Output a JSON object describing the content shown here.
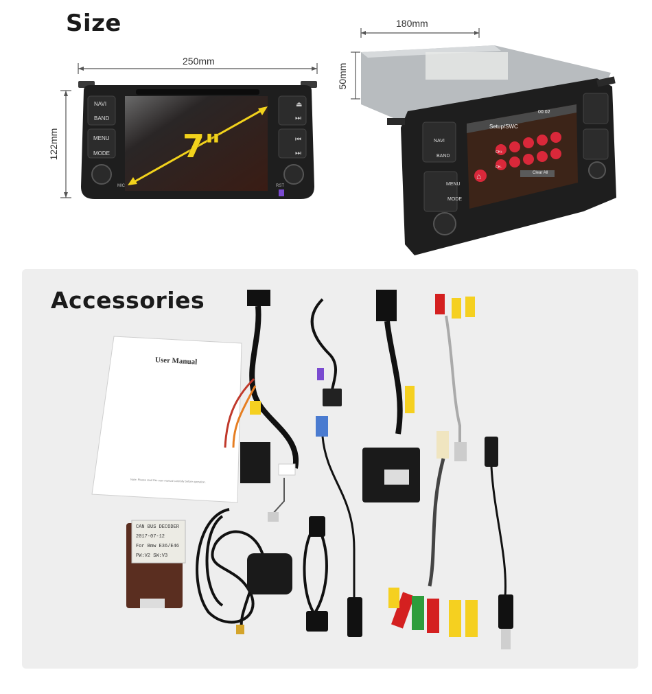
{
  "size_section": {
    "heading": "Size",
    "front_width_label": "250mm",
    "front_height_label": "122mm",
    "screen_size_label": "7\"",
    "side_width_label": "180mm",
    "side_depth_label": "50mm"
  },
  "front_unit": {
    "left_buttons": [
      "NAVI",
      "BAND",
      "MENU",
      "MODE"
    ],
    "corner_labels": [
      "MIC",
      "RST"
    ]
  },
  "angled_unit": {
    "screen_title": "Setup/SWC",
    "clock": "00:02",
    "clear_label": "Clear All",
    "keys": [
      "CH+",
      "CH-"
    ],
    "left_buttons": [
      "NAVI",
      "BAND",
      "MENU",
      "MODE"
    ]
  },
  "accessories_section": {
    "heading": "Accessories",
    "manual_title": "User Manual",
    "manual_footer": "Note: Please read this user manual carefully before operation.",
    "decoder_lines": [
      "CAN BUS DECODER",
      "2017-07-12",
      "For  Bmw  E36/E46",
      "PW:V2          SW:V3"
    ]
  },
  "colors": {
    "unit_body": "#1e1e1e",
    "screen_dark": "#2a1410",
    "arrow": "#f2d21c",
    "rca_red": "#d42020",
    "rca_white": "#f0f0f0",
    "rca_yellow": "#f5d020",
    "rca_green": "#2e9d3c",
    "panel_bg": "#eeeeee"
  }
}
